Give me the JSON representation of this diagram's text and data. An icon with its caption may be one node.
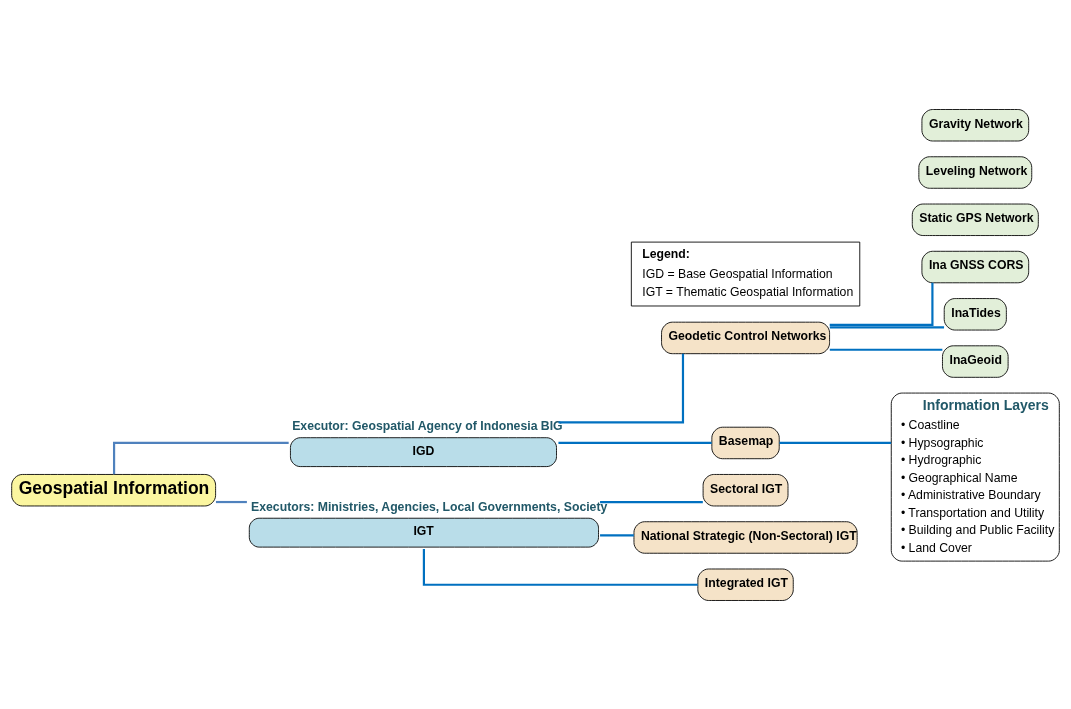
{
  "diagram": {
    "nodes": [
      {
        "text": [
          "Geospatial Information"
        ]
      },
      {
        "text": [
          "IGD"
        ],
        "beside": [
          "Executor: Geospatial Agency of Indonesia BIG"
        ]
      },
      {
        "text": [
          "IGT"
        ],
        "beside": [
          "Executors: Ministries, Agencies, Local Governments, Society"
        ]
      },
      {
        "text": [
          "Geodetic Control Networks"
        ]
      },
      {
        "text": [
          "Basemap"
        ]
      },
      {
        "text": [
          "Ina GNSS CORS"
        ]
      },
      {
        "text": [
          "Static GPS Network"
        ]
      },
      {
        "text": [
          "InaTides"
        ]
      },
      {
        "text": [
          "Leveling Network"
        ]
      },
      {
        "text": [
          "InaGeoid"
        ]
      },
      {
        "text": [
          "Gravity Network"
        ]
      },
      {
        "text": [
          "Information Layers",
          "• Coastline",
          "• Hypsographic",
          "• Hydrographic",
          "• Geographical Name",
          "• Administrative Boundary",
          "• Transportation and Utility",
          "• Building and Public Facility",
          "• Land Cover"
        ]
      },
      {
        "text": [
          "Sectoral IGT"
        ]
      },
      {
        "text": [
          "National Strategic (Non-Sectoral) IGT"
        ]
      },
      {
        "text": [
          "Integrated IGT"
        ]
      },
      {
        "text": [
          "Legend:",
          "IGD = Base Geospatial Information",
          "IGT = Thematic Geospatial Information"
        ]
      }
    ],
    "edges": [
      {
        "from": 0,
        "to": 1,
        "arrow": "none",
        "color": "#4f81bd"
      },
      {
        "from": 0,
        "to": 2,
        "arrow": "none",
        "color": "#4f81bd"
      },
      {
        "from": 1,
        "to": 3,
        "arrow": "none"
      },
      {
        "from": 1,
        "to": 4,
        "arrow": "none"
      },
      {
        "from": 3,
        "to": 5,
        "arrow": "none"
      },
      {
        "from": 3,
        "to": 7,
        "arrow": "none"
      },
      {
        "from": 3,
        "to": 9,
        "arrow": "none"
      },
      {
        "from": 4,
        "to": 11,
        "arrow": "none"
      },
      {
        "from": 2,
        "to": 12,
        "arrow": "none"
      },
      {
        "from": 2,
        "to": 13,
        "arrow": "none"
      },
      {
        "from": 2,
        "to": 14,
        "arrow": "none"
      }
    ]
  }
}
